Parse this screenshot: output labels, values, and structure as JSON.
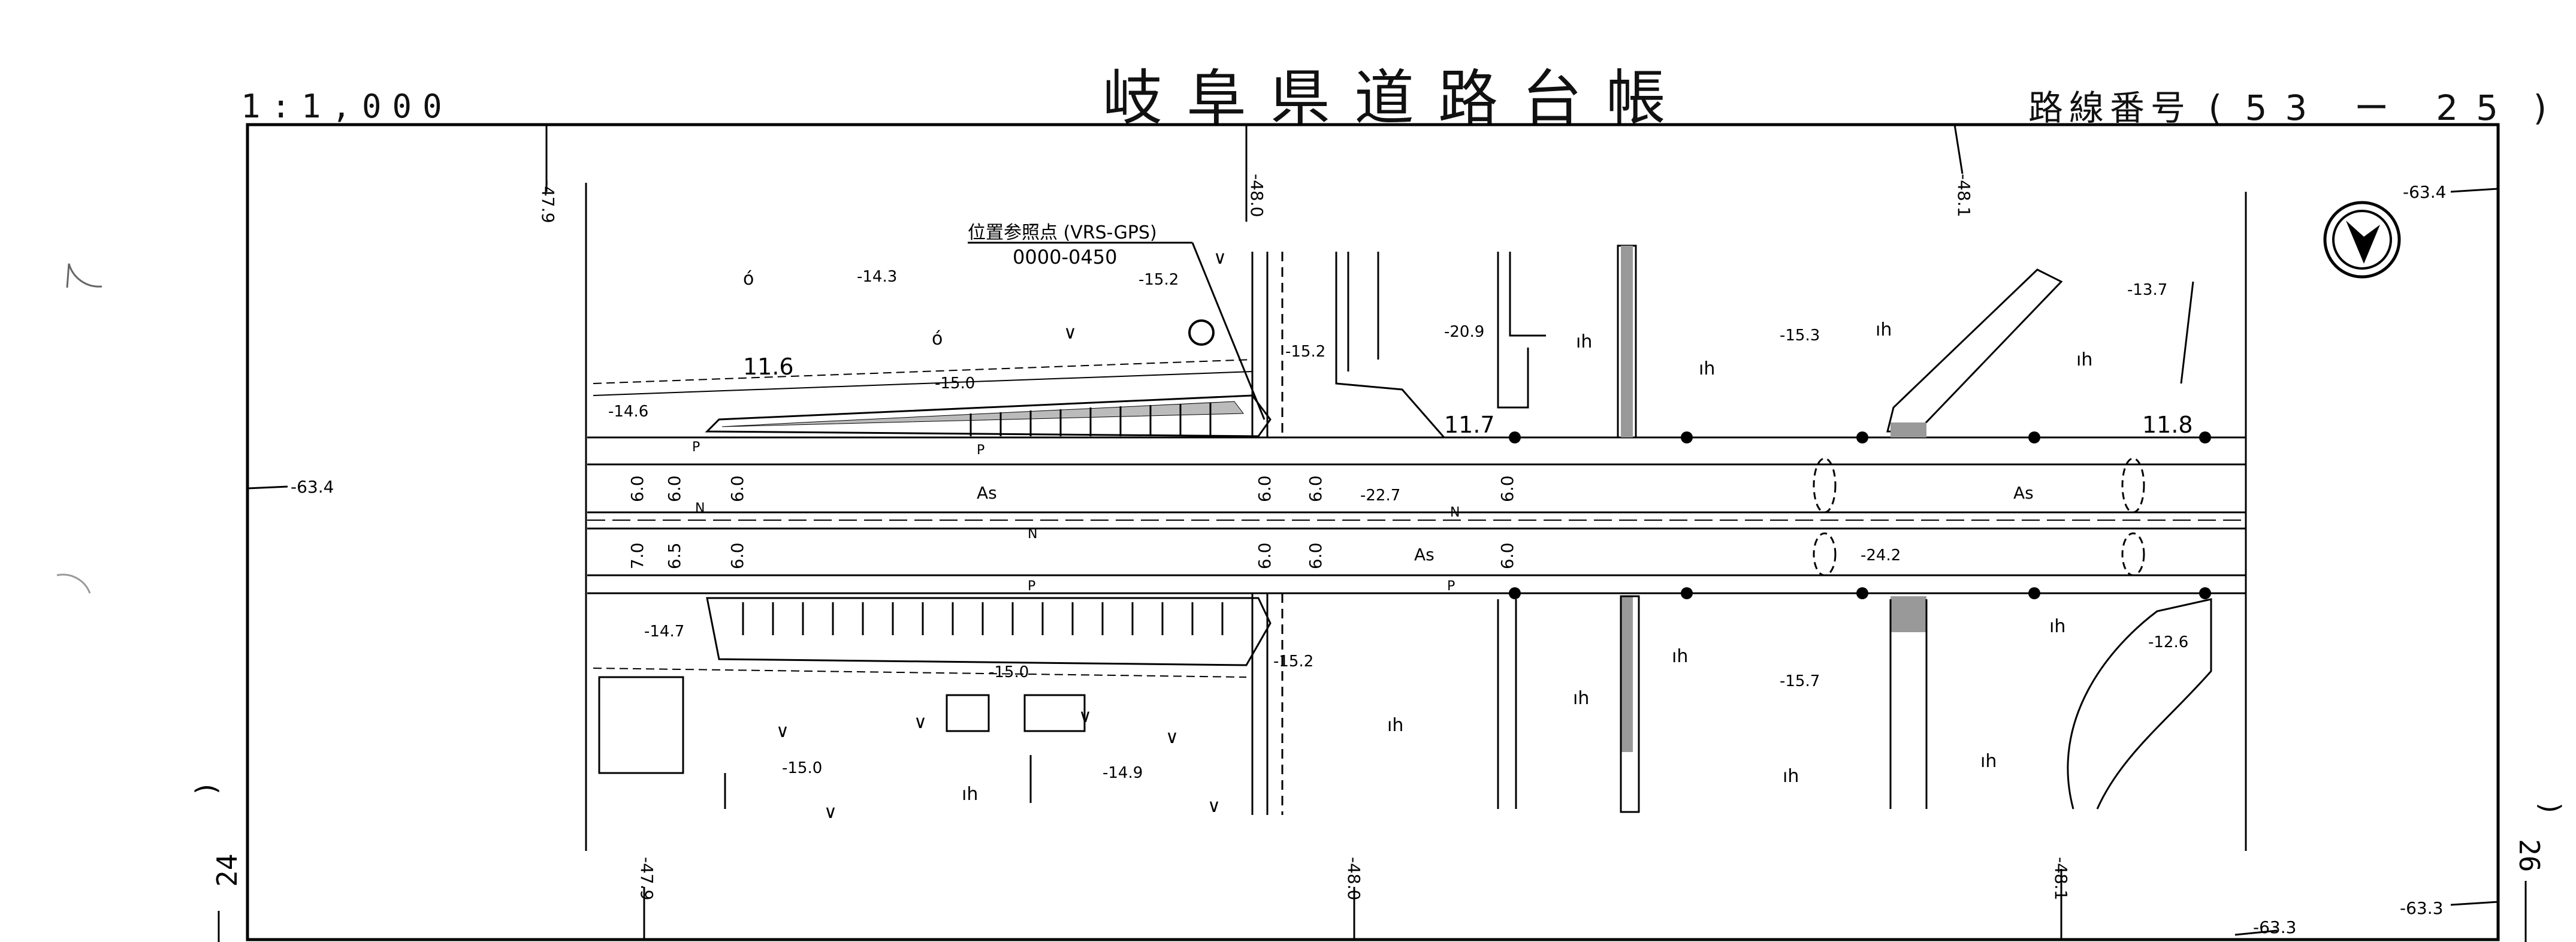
{
  "header": {
    "title": "岐阜県道路台帳",
    "scale": "1:1,000",
    "route_label": "路線番号",
    "route_open": "(",
    "route_number": "53 ー 25",
    "route_close": ")"
  },
  "reference_point": {
    "label": "位置参照点 (VRS-GPS)",
    "code": "0000-0450"
  },
  "coordinates": {
    "top_ticks": [
      "-47.9",
      "-48.0",
      "-48.1"
    ],
    "bottom_ticks": [
      "-47.9",
      "-48.0",
      "-48.1"
    ],
    "left_y": "-63.4",
    "right_top_y": "-63.4",
    "right_bottom_y": "-63.3",
    "bottom_right_y": "-63.3"
  },
  "sheets": {
    "prev": "24",
    "next": "26",
    "open": ")",
    "close": ")"
  },
  "road": {
    "road_width_top": "11.6",
    "road_width_mid": "11.7",
    "road_width_right": "11.8",
    "lane_widths_left_top": [
      "6.0",
      "6.0",
      "6.0"
    ],
    "lane_widths_left_bottom": [
      "7.0",
      "6.5",
      "6.0"
    ],
    "lane_widths_mid_top": [
      "6.0",
      "6.0",
      "6.0"
    ],
    "lane_widths_mid_bottom": [
      "6.0",
      "6.0",
      "6.0"
    ],
    "surface": "As",
    "north_marker": "N",
    "p_marker": "P"
  },
  "spot_heights": [
    "-14.3",
    "-15.2",
    "-15.2",
    "-20.9",
    "-15.3",
    "-13.7",
    "-14.6",
    "-15.0",
    "-22.7",
    "-24.2",
    "-14.7",
    "-15.0",
    "-15.2",
    "-15.7",
    "-12.6",
    "-15.0",
    "-14.9"
  ],
  "icons": {
    "north_arrow": "north-arrow-icon"
  }
}
